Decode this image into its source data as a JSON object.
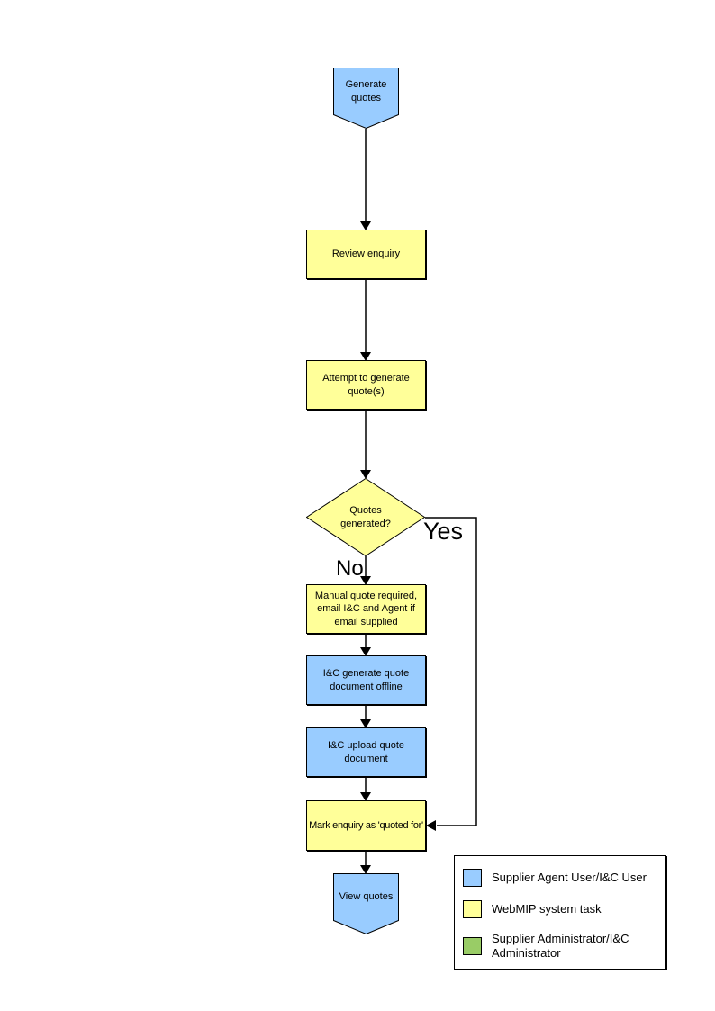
{
  "page": {
    "background": "#FFFFFF"
  },
  "colors": {
    "supplier_agent_user_blue": "#99CCFF",
    "webmip_system_task_yellow": "#FFFF99",
    "supplier_administrator_green": "#99CC66",
    "outline": "#000000",
    "arrow": "#000000"
  },
  "flowchart": {
    "nodes": [
      {
        "id": "generate-quotes",
        "label": "Generate quotes",
        "shape": "terminator",
        "fill": "#99CCFF"
      },
      {
        "id": "review-enquiry",
        "label": "Review enquiry",
        "shape": "process",
        "fill": "#FFFF99"
      },
      {
        "id": "attempt-generate-quotes",
        "label": "Attempt to generate quote(s)",
        "shape": "process",
        "fill": "#FFFF99"
      },
      {
        "id": "quotes-generated",
        "label": "Quotes generated?",
        "shape": "decision",
        "fill": "#FFFF99"
      },
      {
        "id": "manual-quote-required",
        "label": "Manual quote required, email I&C and Agent if email supplied",
        "shape": "process",
        "fill": "#FFFF99"
      },
      {
        "id": "ic-generate-quote-offline",
        "label": "I&C generate quote document offline",
        "shape": "process",
        "fill": "#99CCFF"
      },
      {
        "id": "ic-upload-quote-document",
        "label": "I&C upload quote document",
        "shape": "process",
        "fill": "#99CCFF"
      },
      {
        "id": "mark-enquiry-quoted-for",
        "label": "Mark enquiry as 'quoted for'",
        "shape": "process",
        "fill": "#FFFF99"
      },
      {
        "id": "view-quotes",
        "label": "View quotes",
        "shape": "terminator",
        "fill": "#99CCFF"
      }
    ],
    "branch_labels": {
      "yes": "Yes",
      "no": "No"
    },
    "edges": [
      {
        "from": "generate-quotes",
        "to": "review-enquiry"
      },
      {
        "from": "review-enquiry",
        "to": "attempt-generate-quotes"
      },
      {
        "from": "attempt-generate-quotes",
        "to": "quotes-generated"
      },
      {
        "from": "quotes-generated",
        "to": "manual-quote-required",
        "label": "No"
      },
      {
        "from": "manual-quote-required",
        "to": "ic-generate-quote-offline"
      },
      {
        "from": "ic-generate-quote-offline",
        "to": "ic-upload-quote-document"
      },
      {
        "from": "ic-upload-quote-document",
        "to": "mark-enquiry-quoted-for"
      },
      {
        "from": "quotes-generated",
        "to": "mark-enquiry-quoted-for",
        "label": "Yes"
      },
      {
        "from": "mark-enquiry-quoted-for",
        "to": "view-quotes"
      }
    ]
  },
  "legend": {
    "items": [
      {
        "label": "Supplier Agent User/I&C User",
        "color": "#99CCFF"
      },
      {
        "label": "WebMIP system task",
        "color": "#FFFF99"
      },
      {
        "label": "Supplier Administrator/I&C Administrator",
        "color": "#99CC66"
      }
    ]
  }
}
